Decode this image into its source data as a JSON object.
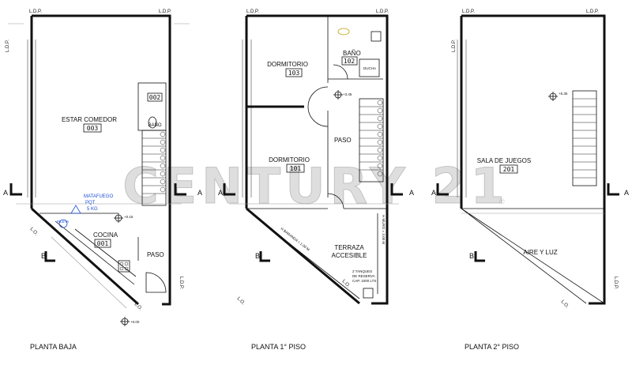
{
  "watermark": {
    "text": "CENTURY 21",
    "mark": "®"
  },
  "common": {
    "ldp": "L.D.P.",
    "lo": "L.O.",
    "section_a": "A",
    "section_b": "B"
  },
  "plan_baja": {
    "title": "PLANTA  BAJA",
    "living": {
      "name": "ESTAR  COMEDOR",
      "code": "003"
    },
    "bano": {
      "name": "BAÑO",
      "code": "002"
    },
    "extinguisher": {
      "line1": "MATAFUEGO",
      "line2": "PQT",
      "line3": "5 KG"
    },
    "level_mid": "+0.15",
    "level_bottom": "+0.00",
    "cocina": {
      "name": "COCINA",
      "code": "001"
    },
    "paso": "PASO",
    "pileta": "PILETA"
  },
  "plan_1": {
    "title": "PLANTA  1°  PISO",
    "dorm_top": {
      "name": "DORMITORIO",
      "code": "103"
    },
    "dorm_bottom": {
      "name": "DORMITORIO",
      "code": "101"
    },
    "bano": {
      "name": "BAÑO",
      "code": "102"
    },
    "ducha": "DUCHA",
    "level": "+3.45",
    "paso": "PASO",
    "baranda": "H BARANDA = 1.00 M",
    "muro": "H MURO = 3.00 M",
    "terraza_l1": "TERRAZA",
    "terraza_l2": "ACCESIBLE",
    "tanque_l1": "2 TANQUES",
    "tanque_l2": "DE RESERVA",
    "tanque_l3": "CAP. 1000 LTS"
  },
  "plan_2": {
    "title": "PLANTA  2°  PISO",
    "sala": {
      "name": "SALA  DE  JUEGOS",
      "code": "201"
    },
    "level": "+6.35",
    "aire": "AIRE  Y  LUZ"
  }
}
